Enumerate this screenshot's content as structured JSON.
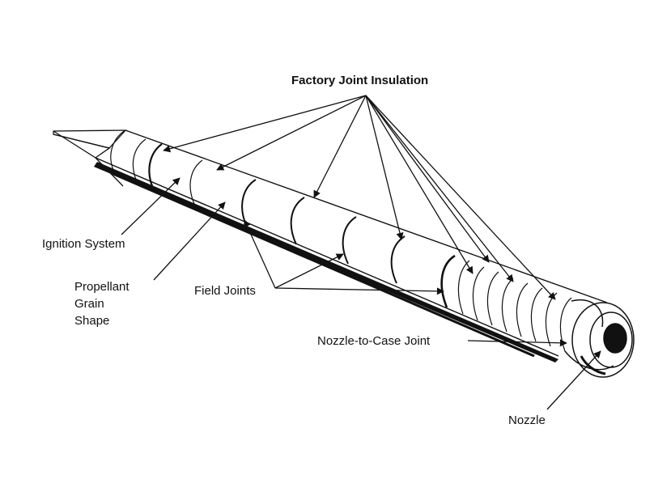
{
  "labels": {
    "factory_joint_insulation": "Factory Joint Insulation",
    "ignition_system": "Ignition System",
    "propellant_grain_shape": [
      "Propellant",
      "Grain",
      "Shape"
    ],
    "field_joints": "Field Joints",
    "nozzle_to_case_joint": "Nozzle-to-Case Joint",
    "nozzle": "Nozzle"
  },
  "colors": {
    "ink": "#111111",
    "background": "#ffffff"
  }
}
